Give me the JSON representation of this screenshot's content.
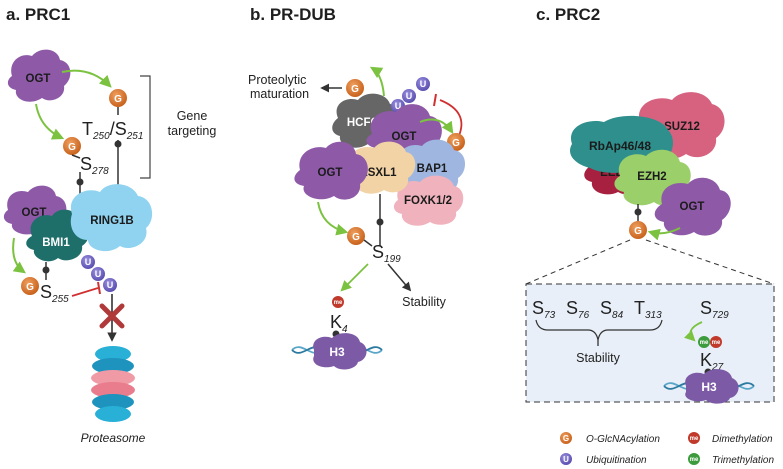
{
  "panels": {
    "prc1": {
      "title": "a. PRC1",
      "ogt_top": "OGT",
      "ogt_bottom": "OGT",
      "bmi1": "BMI1",
      "ring1b": "RING1B",
      "site_t250": "T",
      "site_t250_sub": "250",
      "site_slash": "/",
      "site_s251": "S",
      "site_s251_sub": "251",
      "site_s278": "S",
      "site_s278_sub": "278",
      "site_s255": "S",
      "site_s255_sub": "255",
      "gene_targeting_line1": "Gene",
      "gene_targeting_line2": "targeting",
      "proteasome": "Proteasome"
    },
    "prdub": {
      "title": "b. PR-DUB",
      "proteolytic_line1": "Proteolytic",
      "proteolytic_line2": "maturation",
      "hcfc1": "HCFC1",
      "ogt_top": "OGT",
      "ogt_left": "OGT",
      "asxl1": "ASXL1",
      "bap1": "BAP1",
      "foxk": "FOXK1/2",
      "site_s199": "S",
      "site_s199_sub": "199",
      "site_k4": "K",
      "site_k4_sub": "4",
      "h3": "H3",
      "stability": "Stability"
    },
    "prc2": {
      "title": "c. PRC2",
      "rbap": "RbAp46/48",
      "suz12": "SUZ12",
      "eed": "EED",
      "ezh2": "EZH2",
      "ogt": "OGT",
      "sites": [
        {
          "letter": "S",
          "sub": "73"
        },
        {
          "letter": "S",
          "sub": "76"
        },
        {
          "letter": "S",
          "sub": "84"
        },
        {
          "letter": "T",
          "sub": "313"
        }
      ],
      "site_s729": "S",
      "site_s729_sub": "729",
      "site_k27": "K",
      "site_k27_sub": "27",
      "h3": "H3",
      "stability": "Stability"
    }
  },
  "marks": {
    "glcnac_symbol": "G",
    "ubiquitin_symbol": "U",
    "methyl_symbol": "me"
  },
  "legend": {
    "glcnac": "O-GlcNAcylation",
    "ubiquitin": "Ubiquitination",
    "dimethyl": "Dimethylation",
    "trimethyl": "Trimethylation"
  },
  "colors": {
    "ogt": "#8e5aa8",
    "glcnac": "#d9782d",
    "ubiquitin": "#6f63c2",
    "methyl_red": "#c0392b",
    "methyl_green": "#3c9b3c",
    "ring1b": "#8fd3f0",
    "bmi1": "#1e6e6a",
    "hcfc1": "#666666",
    "asxl1": "#f2d3a6",
    "bap1": "#9fb7e0",
    "foxk": "#f0b3bd",
    "rbap": "#2f8f8c",
    "suz12": "#d6627f",
    "eed": "#a8203f",
    "ezh2": "#9bcf6a",
    "arrow_green": "#7cc241",
    "inhibit_red": "#d03030",
    "box_bg": "#e8eff8"
  }
}
